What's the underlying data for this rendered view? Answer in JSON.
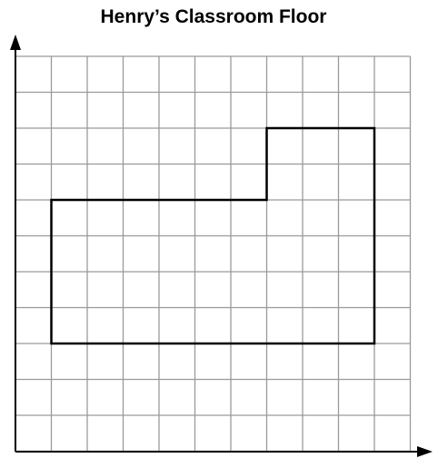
{
  "title": "Henry’s Classroom Floor",
  "grid": {
    "columns": 11,
    "rows": 11,
    "line_color": "#9a9a9a"
  },
  "axes": {
    "color": "#000000",
    "x_arrow": true,
    "y_arrow": true
  },
  "floor_outline": {
    "color": "#000000",
    "vertices_grid_units": [
      [
        1,
        3
      ],
      [
        10,
        3
      ],
      [
        10,
        9
      ],
      [
        7,
        9
      ],
      [
        7,
        7
      ],
      [
        1,
        7
      ]
    ]
  }
}
